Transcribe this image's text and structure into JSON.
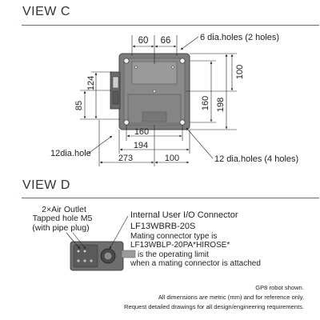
{
  "view_c": {
    "title": "VIEW C",
    "dims": {
      "d60": "60",
      "d66": "66",
      "d100_right": "100",
      "d124": "124",
      "d85": "85",
      "d160_v": "160",
      "d198": "198",
      "d160_h": "160",
      "d194": "194",
      "d273": "273",
      "d100_bottom": "100"
    },
    "labels": {
      "holes_6": "6 dia.holes (2 holes)",
      "hole_12": "12dia.hole",
      "holes_12": "12 dia.holes (4 holes)"
    }
  },
  "view_d": {
    "title": "VIEW D",
    "air_outlet": [
      "2×Air Outlet",
      "Tapped hole M5",
      "(with pipe plug)"
    ],
    "connector": {
      "line1": "Internal User I/O Connector",
      "line2": "LF13WBRB-20S",
      "line3": "Mating connector type is",
      "line4": "LF13WBLP-20PA*HIROSE*",
      "line5": "is the operating limit",
      "line6": "when a mating connector is attached"
    }
  },
  "footer": {
    "line1": "GP8 robot shown.",
    "line2": "All dimensions are metric (mm) and for reference only.",
    "line3": "Request detailed drawings for all design/engineering requirements."
  }
}
